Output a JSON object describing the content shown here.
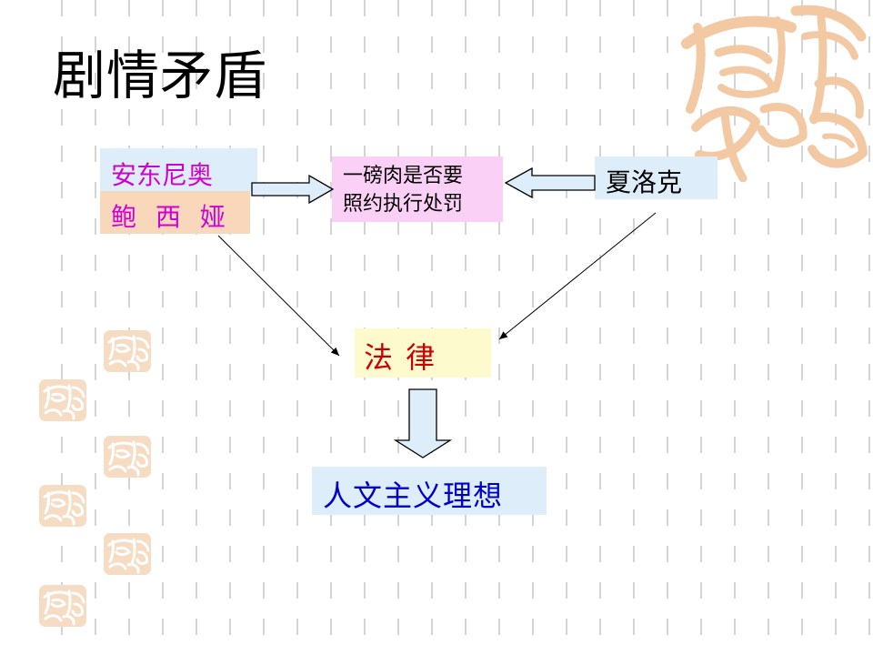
{
  "title": "剧情矛盾",
  "nodes": {
    "antonio": "安东尼奥",
    "bassanio": "鲍 西 娅",
    "issue_line1": "一磅肉是否要",
    "issue_line2": "照约执行处罚",
    "shylock": "夏洛克",
    "law": "法  律",
    "humanism": "人文主义理想"
  },
  "colors": {
    "magenta_text": "#d000d0",
    "law_text": "#cc0000",
    "humanism_text": "#0000cc",
    "box_blue": "#ddeefa",
    "box_peach": "#f9d7bb",
    "box_pink": "#fbd0f6",
    "box_yellow": "#fdfbcd",
    "seal_color": "#f3c9a4"
  },
  "decorations": {
    "seal_icon": "auspicious-seal-icon"
  }
}
